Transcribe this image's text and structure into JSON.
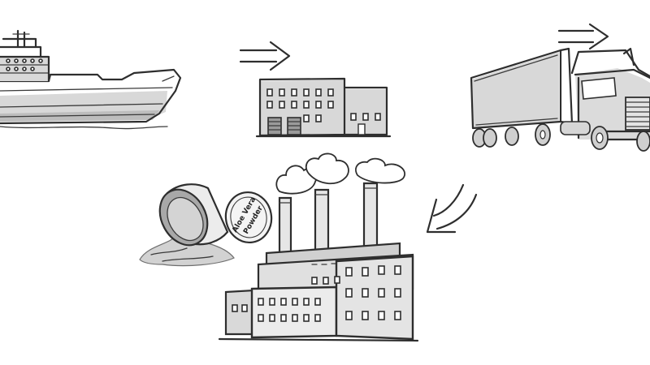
{
  "diagram": {
    "colors": {
      "ink": "#2e2e2e",
      "shade_light": "#d8d8d8",
      "shade_mid": "#bdbdbd",
      "background": "#ffffff"
    },
    "stages": [
      {
        "id": "ship",
        "icon": "cargo-ship-icon"
      },
      {
        "id": "warehouse",
        "icon": "warehouse-icon"
      },
      {
        "id": "truck",
        "icon": "semi-truck-icon"
      },
      {
        "id": "factory",
        "icon": "factory-icon"
      },
      {
        "id": "powder",
        "icon": "powder-jar-icon"
      }
    ],
    "arrows": [
      {
        "from": "ship",
        "to": "warehouse",
        "icon": "arrow-right-icon"
      },
      {
        "from": "warehouse",
        "to": "truck",
        "icon": "arrow-right-icon"
      },
      {
        "from": "truck",
        "to": "factory",
        "icon": "curved-arrow-down-left-icon"
      }
    ],
    "powder_lid_text": [
      "Aloe Vera",
      "Powder"
    ]
  }
}
